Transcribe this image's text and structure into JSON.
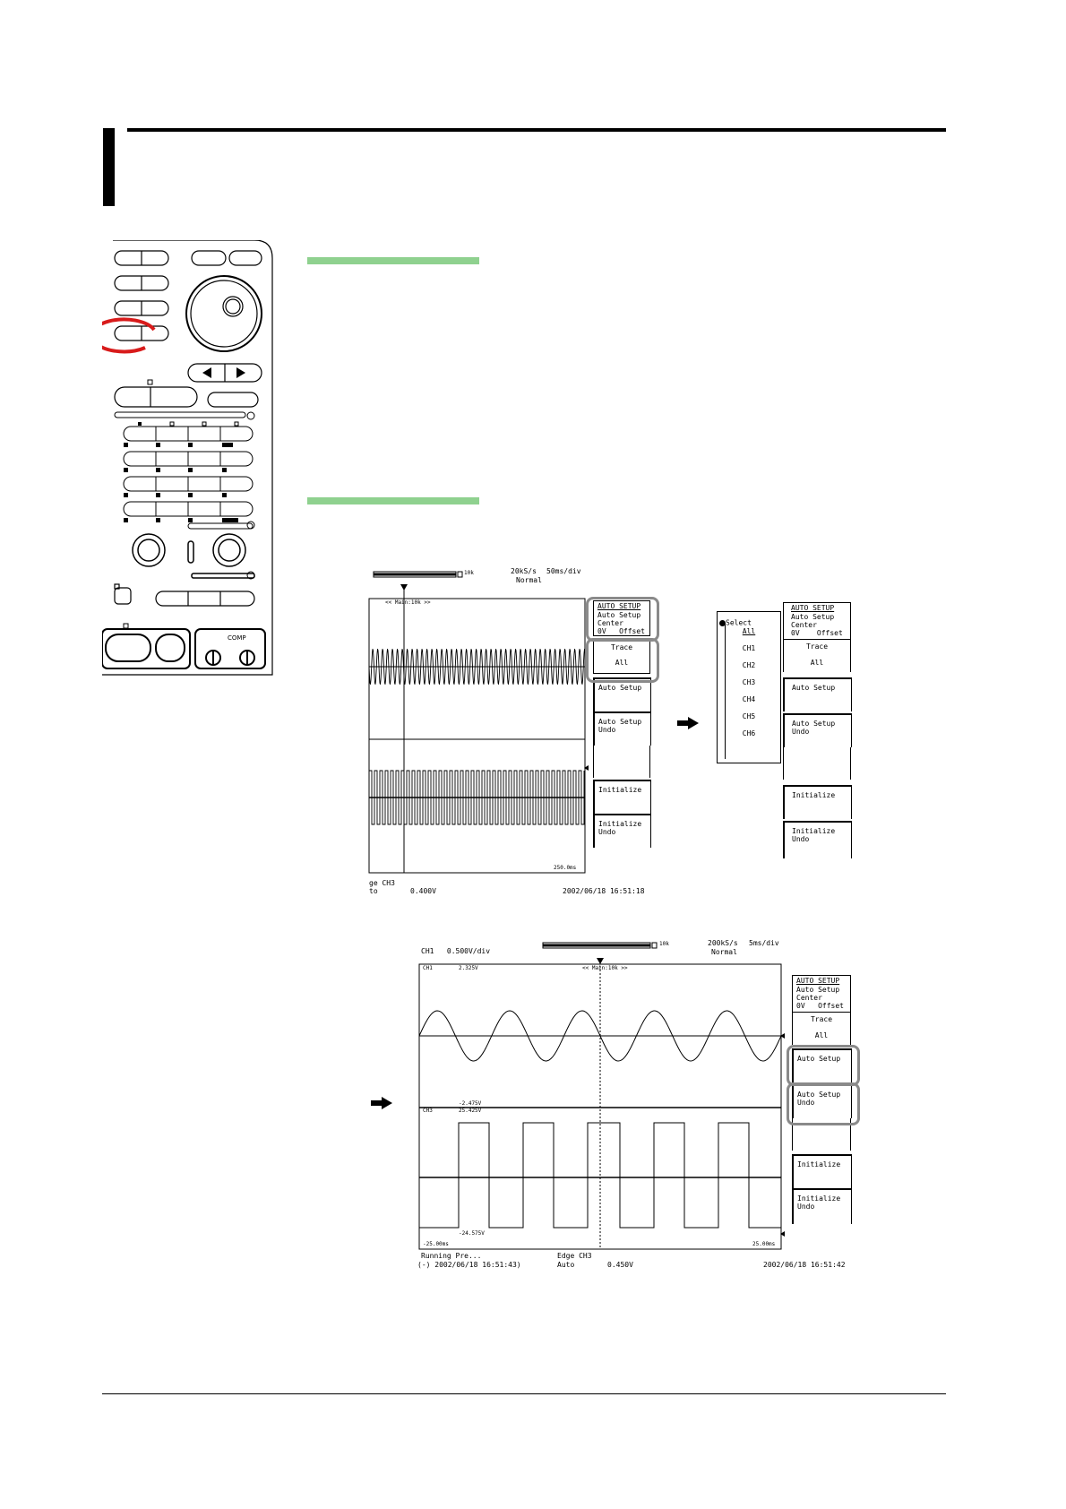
{
  "section_bar_color": "#8fd18f",
  "highlight_color": "#d81b1b",
  "box_color": "#8a8a8a",
  "screen1": {
    "top_right": {
      "rate": "20kS/s",
      "time": "50ms/div",
      "mode": "Normal"
    },
    "zoom_tab": "<< Main:10k >>",
    "bar_end": "10k",
    "time_right": "250.0ms",
    "bottom": {
      "left": "ge CH3",
      "left2": "to",
      "level": "0.400V",
      "date": "2002/06/18 16:51:18"
    },
    "menu": [
      {
        "title": "AUTO SETUP",
        "l1": "Auto Setup",
        "l2": "Center",
        "l3a": "0V",
        "l3b": "Offset"
      },
      {
        "title": "Trace",
        "value": "All"
      },
      {
        "label": "Auto Setup"
      },
      {
        "label": "Auto Setup",
        "label2": "Undo"
      },
      {
        "label": ""
      },
      {
        "label": "Initialize"
      },
      {
        "label": "Initialize",
        "label2": "Undo"
      }
    ]
  },
  "screen2": {
    "select_title": "Select",
    "options": [
      "All",
      "CH1",
      "CH2",
      "CH3",
      "CH4",
      "CH5",
      "CH6"
    ],
    "menu": [
      {
        "title": "AUTO SETUP",
        "l1": "Auto Setup",
        "l2": "Center",
        "l3a": "0V",
        "l3b": "Offset"
      },
      {
        "title": "Trace",
        "value": "All"
      },
      {
        "label": "Auto Setup"
      },
      {
        "label": "Auto Setup",
        "label2": "Undo"
      },
      {
        "label": ""
      },
      {
        "label": "Initialize"
      },
      {
        "label": "Initialize",
        "label2": "Undo"
      }
    ]
  },
  "screen3": {
    "ch_info": "CH1   0.500V/div",
    "top_right": {
      "rate": "200kS/s",
      "time": "5ms/div",
      "mode": "Normal"
    },
    "bar_end": "10k",
    "zoom_tab": "<< Main:10k >>",
    "ch1_label": "CH1",
    "ch1_val": "2.325V",
    "ch1_neg": "-2.475V",
    "ch3_label": "CH3",
    "ch3_val": "25.425V",
    "ch3_neg": "-24.575V",
    "t_left": "-25.00ms",
    "t_right": "25.00ms",
    "bottom": {
      "status": "Running Pre...",
      "stamp": "(-) 2002/06/18 16:51:43)",
      "trig": "Edge CH3",
      "mode": "Auto",
      "level": "0.450V",
      "date": "2002/06/18 16:51:42"
    },
    "menu": [
      {
        "title": "AUTO SETUP",
        "l1": "Auto Setup",
        "l2": "Center",
        "l3a": "0V",
        "l3b": "Offset"
      },
      {
        "title": "Trace",
        "value": "All"
      },
      {
        "label": "Auto Setup"
      },
      {
        "label": "Auto Setup",
        "label2": "Undo"
      },
      {
        "label": ""
      },
      {
        "label": "Initialize"
      },
      {
        "label": "Initialize",
        "label2": "Undo"
      }
    ]
  },
  "panel": {
    "comp_label": "COMP"
  }
}
